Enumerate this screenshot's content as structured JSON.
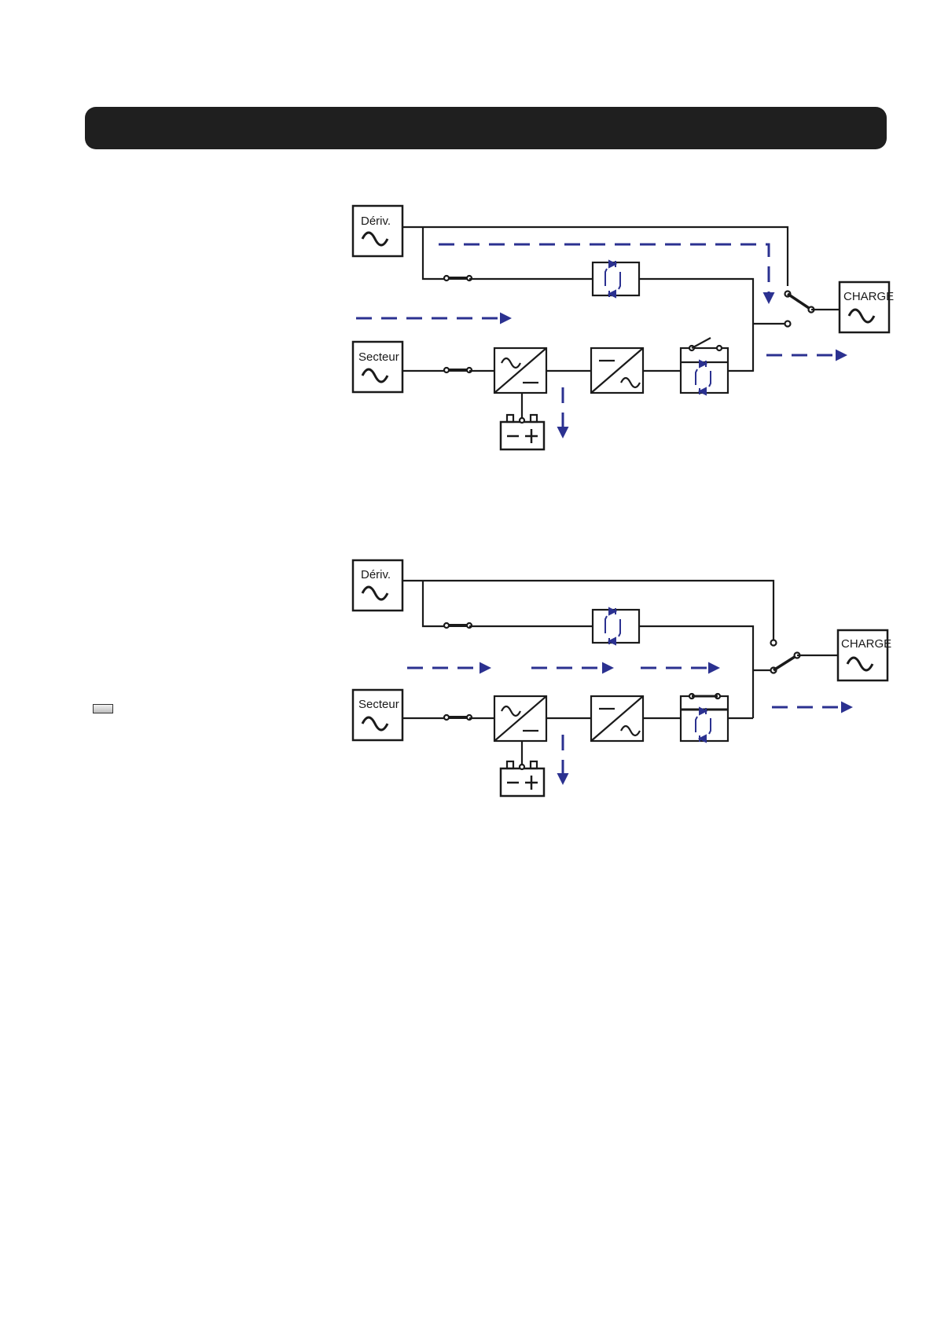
{
  "header": {
    "title": ""
  },
  "labels": {
    "bypass": "Dériv.",
    "mains": "Secteur",
    "load": "CHARGE"
  },
  "colors": {
    "header_bg": "#1f1f1f",
    "wire": "#1a1a1a",
    "flow_arrow": "#2b3190",
    "thyristor": "#2b3190"
  },
  "diagrams": [
    {
      "name": "bypass-mode",
      "flow": "bypass-to-load"
    },
    {
      "name": "normal-mode",
      "flow": "mains-through-rectifier-inverter-to-load"
    }
  ],
  "icons": [
    "ac-source-icon",
    "rectifier-icon",
    "inverter-icon",
    "static-switch-icon",
    "battery-icon",
    "transfer-switch-icon",
    "flow-arrow-icon"
  ]
}
